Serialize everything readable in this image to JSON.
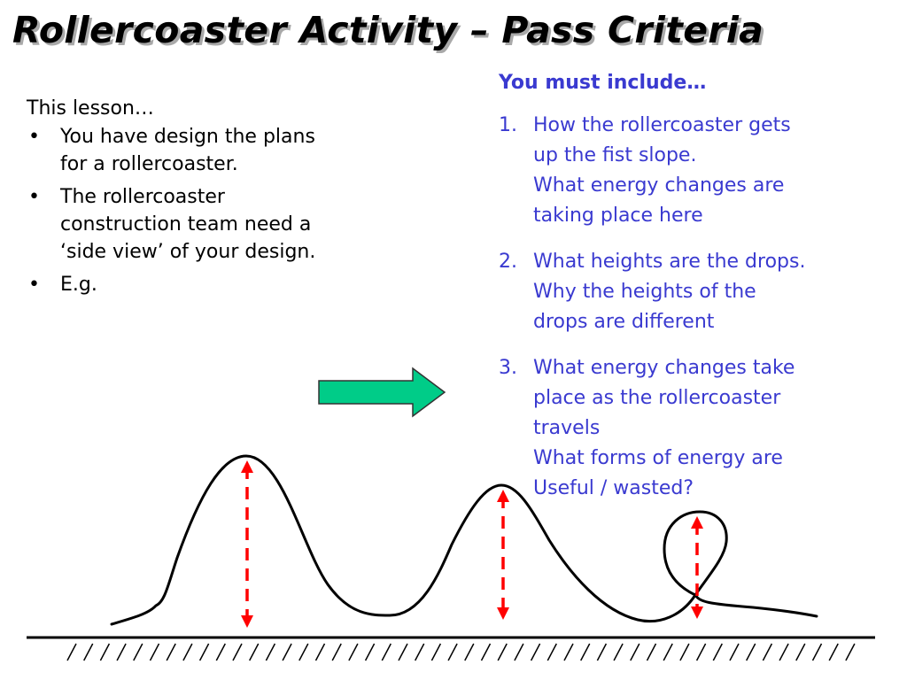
{
  "title": "Rollercoaster Activity – Pass Criteria",
  "left": {
    "intro": "This lesson…",
    "bullets": [
      {
        "line1": "You have design the plans",
        "line2": "for a rollercoaster.",
        "line3": ""
      },
      {
        "line1": "The rollercoaster",
        "line2": "construction team need a",
        "line3": "‘side view’ of your design."
      },
      {
        "line1": "E.g.",
        "line2": "",
        "line3": ""
      }
    ],
    "bullet_symbol": "•"
  },
  "right": {
    "heading": "You must include…",
    "items": [
      {
        "num": "1.",
        "lines": [
          "How the rollercoaster gets",
          "up the fist slope.",
          "What energy changes are",
          "taking place here"
        ]
      },
      {
        "num": "2.",
        "lines": [
          "What heights are the drops.",
          "Why the heights of the",
          "drops are different"
        ]
      },
      {
        "num": "3.",
        "lines": [
          "What energy changes take",
          "place as the rollercoaster",
          "travels",
          "What forms of energy are",
          "Useful / wasted?"
        ]
      }
    ]
  },
  "colors": {
    "text": "#000000",
    "criteria_text": "#3a3ad0",
    "arrow_fill": "#00cc88",
    "height_marker": "#ff0000",
    "track": "#000000"
  },
  "icons": {
    "pointer_arrow": "green-right-arrow-icon",
    "height_marker": "red-double-arrow-icon"
  }
}
